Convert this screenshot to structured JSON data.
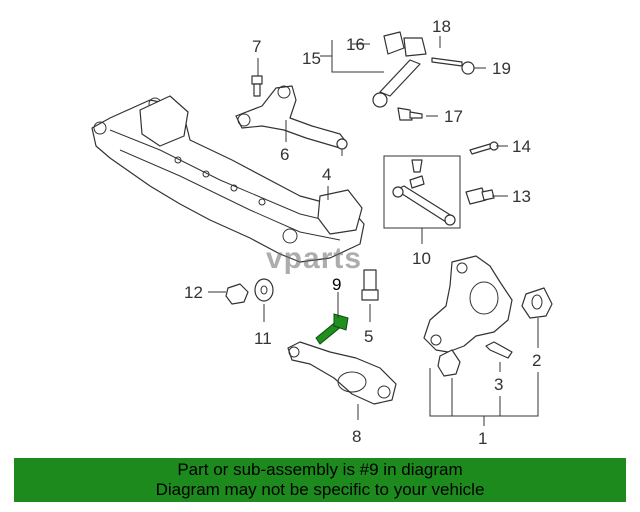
{
  "diagram": {
    "watermark": "vparts",
    "callouts": {
      "c1": "1",
      "c2": "2",
      "c3": "3",
      "c4": "4",
      "c5": "5",
      "c6": "6",
      "c7": "7",
      "c8": "8",
      "c9": "9",
      "c10": "10",
      "c11": "11",
      "c12": "12",
      "c13": "13",
      "c14": "14",
      "c15": "15",
      "c16": "16",
      "c17": "17",
      "c18": "18",
      "c19": "19"
    },
    "highlight_color": "#1f8f1f"
  },
  "footer": {
    "line1": "Part or sub-assembly is #9 in diagram",
    "line2": "Diagram may not be specific to your vehicle",
    "background": "#1c8a1c"
  }
}
